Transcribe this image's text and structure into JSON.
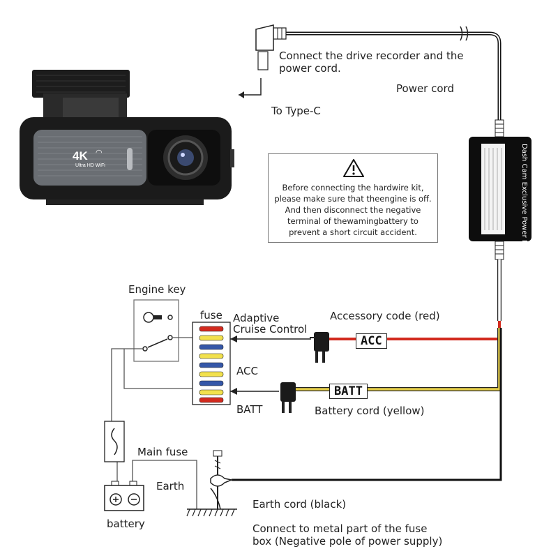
{
  "labels": {
    "connect_recorder": "Connect the drive recorder and the\npower cord.",
    "to_type_c": "To Type-C",
    "power_cord": "Power cord",
    "engine_key": "Engine key",
    "fuse": "fuse",
    "adaptive": "Adaptive",
    "cruise_control": "Cruise Control",
    "acc": "ACC",
    "batt": "BATT",
    "accessory_code": "Accessory code (red)",
    "battery_cord": "Battery cord (yellow)",
    "main_fuse": "Main fuse",
    "earth": "Earth",
    "battery": "battery",
    "earth_cord": "Earth cord (black)",
    "connect_metal": "Connect to metal part of the fuse\nbox (Negative pole of power supply)"
  },
  "tags": {
    "acc": "ACC",
    "batt": "BATT"
  },
  "warning": {
    "text": "Before connecting the hardwire kit,\nplease make sure that theengine is off.\nAnd then disconnect the negative\nterminal of thewamingbattery to\nprevent a short circuit accident."
  },
  "power_box": {
    "title": "Dash Cam Exclusive Power Box"
  },
  "camera": {
    "badge": "4K",
    "sub": "Ultra HD  WiFi"
  },
  "colors": {
    "red_wire": "#d22a1e",
    "yellow_wire": "#e6cf4a",
    "black_wire": "#111111",
    "camera_body": "#1b1b1b",
    "camera_face": "#6a6e73"
  }
}
